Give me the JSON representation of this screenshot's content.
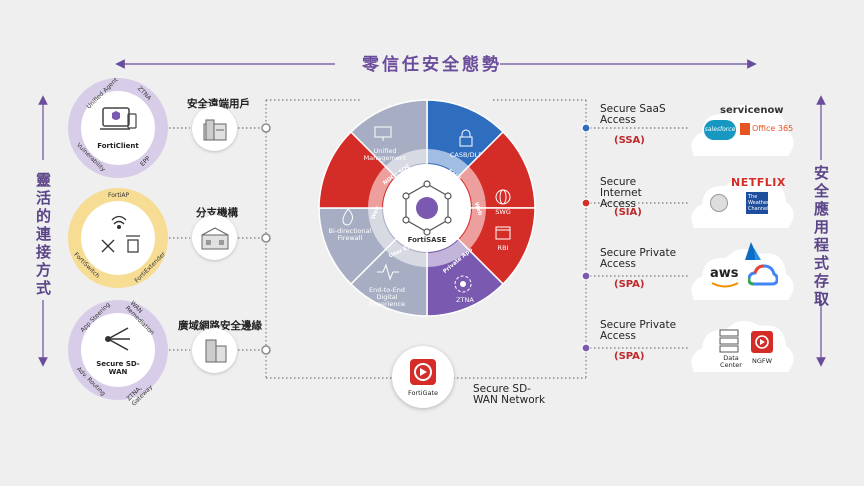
{
  "title": "零信任安全態勢",
  "left_vertical": "靈活的連接方式",
  "right_vertical": "安全應用程式存取",
  "left_nodes": [
    {
      "center": "FortiClient",
      "arc": [
        "Unified Agent",
        "ZTNA",
        "Vulnerability",
        "EPP"
      ],
      "label": "安全遠端用戶"
    },
    {
      "center": "",
      "arc": [
        "FortiAP",
        "FortiSwitch",
        "FortiExtender"
      ],
      "label": "分支機構"
    },
    {
      "center": "Secure SD-WAN",
      "arc": [
        "App Steering",
        "WAN Remediation",
        "Adv. Routing",
        "ZTNA, Gateway"
      ],
      "label": "廣域網路安全邊緣"
    }
  ],
  "wheel": {
    "center": "FortiSASE",
    "segments": {
      "unified": "Unified Management",
      "casb": "CASB/DLP",
      "swg": "SWG",
      "rbi": "RBI",
      "ztna": "ZTNA",
      "dex": "End-to-End Digital Experience",
      "firewall": "Bi-directional Firewall"
    },
    "ring": [
      "NOC | SOC",
      "Sase",
      "Web",
      "Private App",
      "User Exp",
      "Web"
    ]
  },
  "fortigate": {
    "label": "FortiGate",
    "caption": "Secure SD-WAN Network"
  },
  "right_nodes": [
    {
      "title": "Secure SaaS Access",
      "abbr": "(SSA)",
      "logos": [
        "servicenow",
        "salesforce",
        "Office 365"
      ]
    },
    {
      "title": "Secure Internet Access",
      "abbr": "(SIA)",
      "logos": [
        "NETFLIX",
        "The Weather Channel"
      ]
    },
    {
      "title": "Secure Private Access",
      "abbr": "(SPA)",
      "logos": [
        "aws"
      ]
    },
    {
      "title": "Secure Private Access",
      "abbr": "(SPA)",
      "logos": [
        "Data Center",
        "NGFW"
      ]
    }
  ],
  "colors": {
    "purple": "#6a4c9c",
    "red": "#d42c27",
    "blue": "#2f6dbf",
    "grey": "#a7adc2",
    "violet": "#7a5ab0",
    "yellow": "#f5c95c"
  }
}
